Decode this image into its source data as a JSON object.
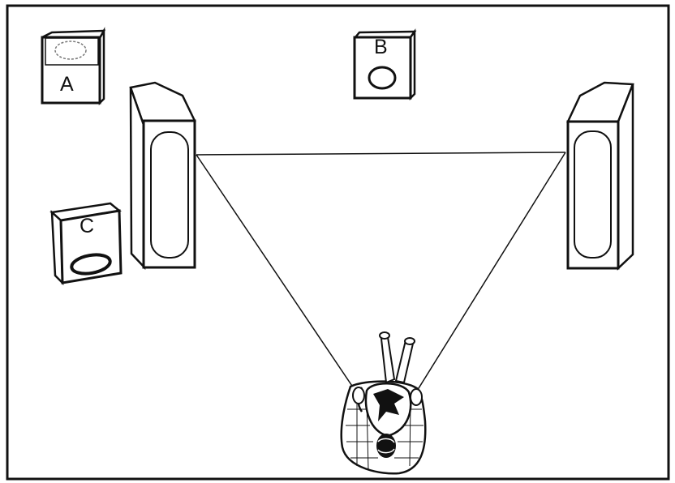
{
  "labels": {
    "a": "A",
    "b": "B",
    "c": "C"
  },
  "colors": {
    "stroke": "#111111",
    "background": "#ffffff"
  }
}
